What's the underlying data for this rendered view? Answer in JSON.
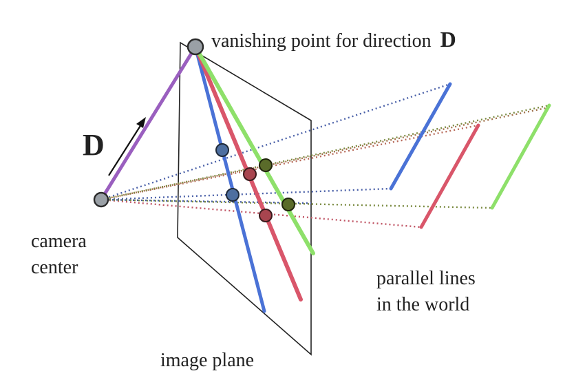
{
  "labels": {
    "vanishing_point": "vanishing point for direction",
    "vanishing_point_symbol": "D",
    "direction_symbol": "D",
    "camera_center_line1": "camera",
    "camera_center_line2": "center",
    "parallel_lines_line1": "parallel lines",
    "parallel_lines_line2": "in the world",
    "image_plane": "image plane"
  },
  "colors": {
    "blue": "#4a72d6",
    "red": "#d9566a",
    "green": "#8ee06a",
    "purple": "#9a5fbf",
    "point_fill": "#9aa0a6",
    "blue_point": "#4e6fa0",
    "red_point": "#a8454f",
    "green_point": "#5a6b2a",
    "plane_edge": "#222222",
    "brown_dots": "#a0704a"
  },
  "icons": {
    "direction_arrow": "arrow-icon"
  }
}
